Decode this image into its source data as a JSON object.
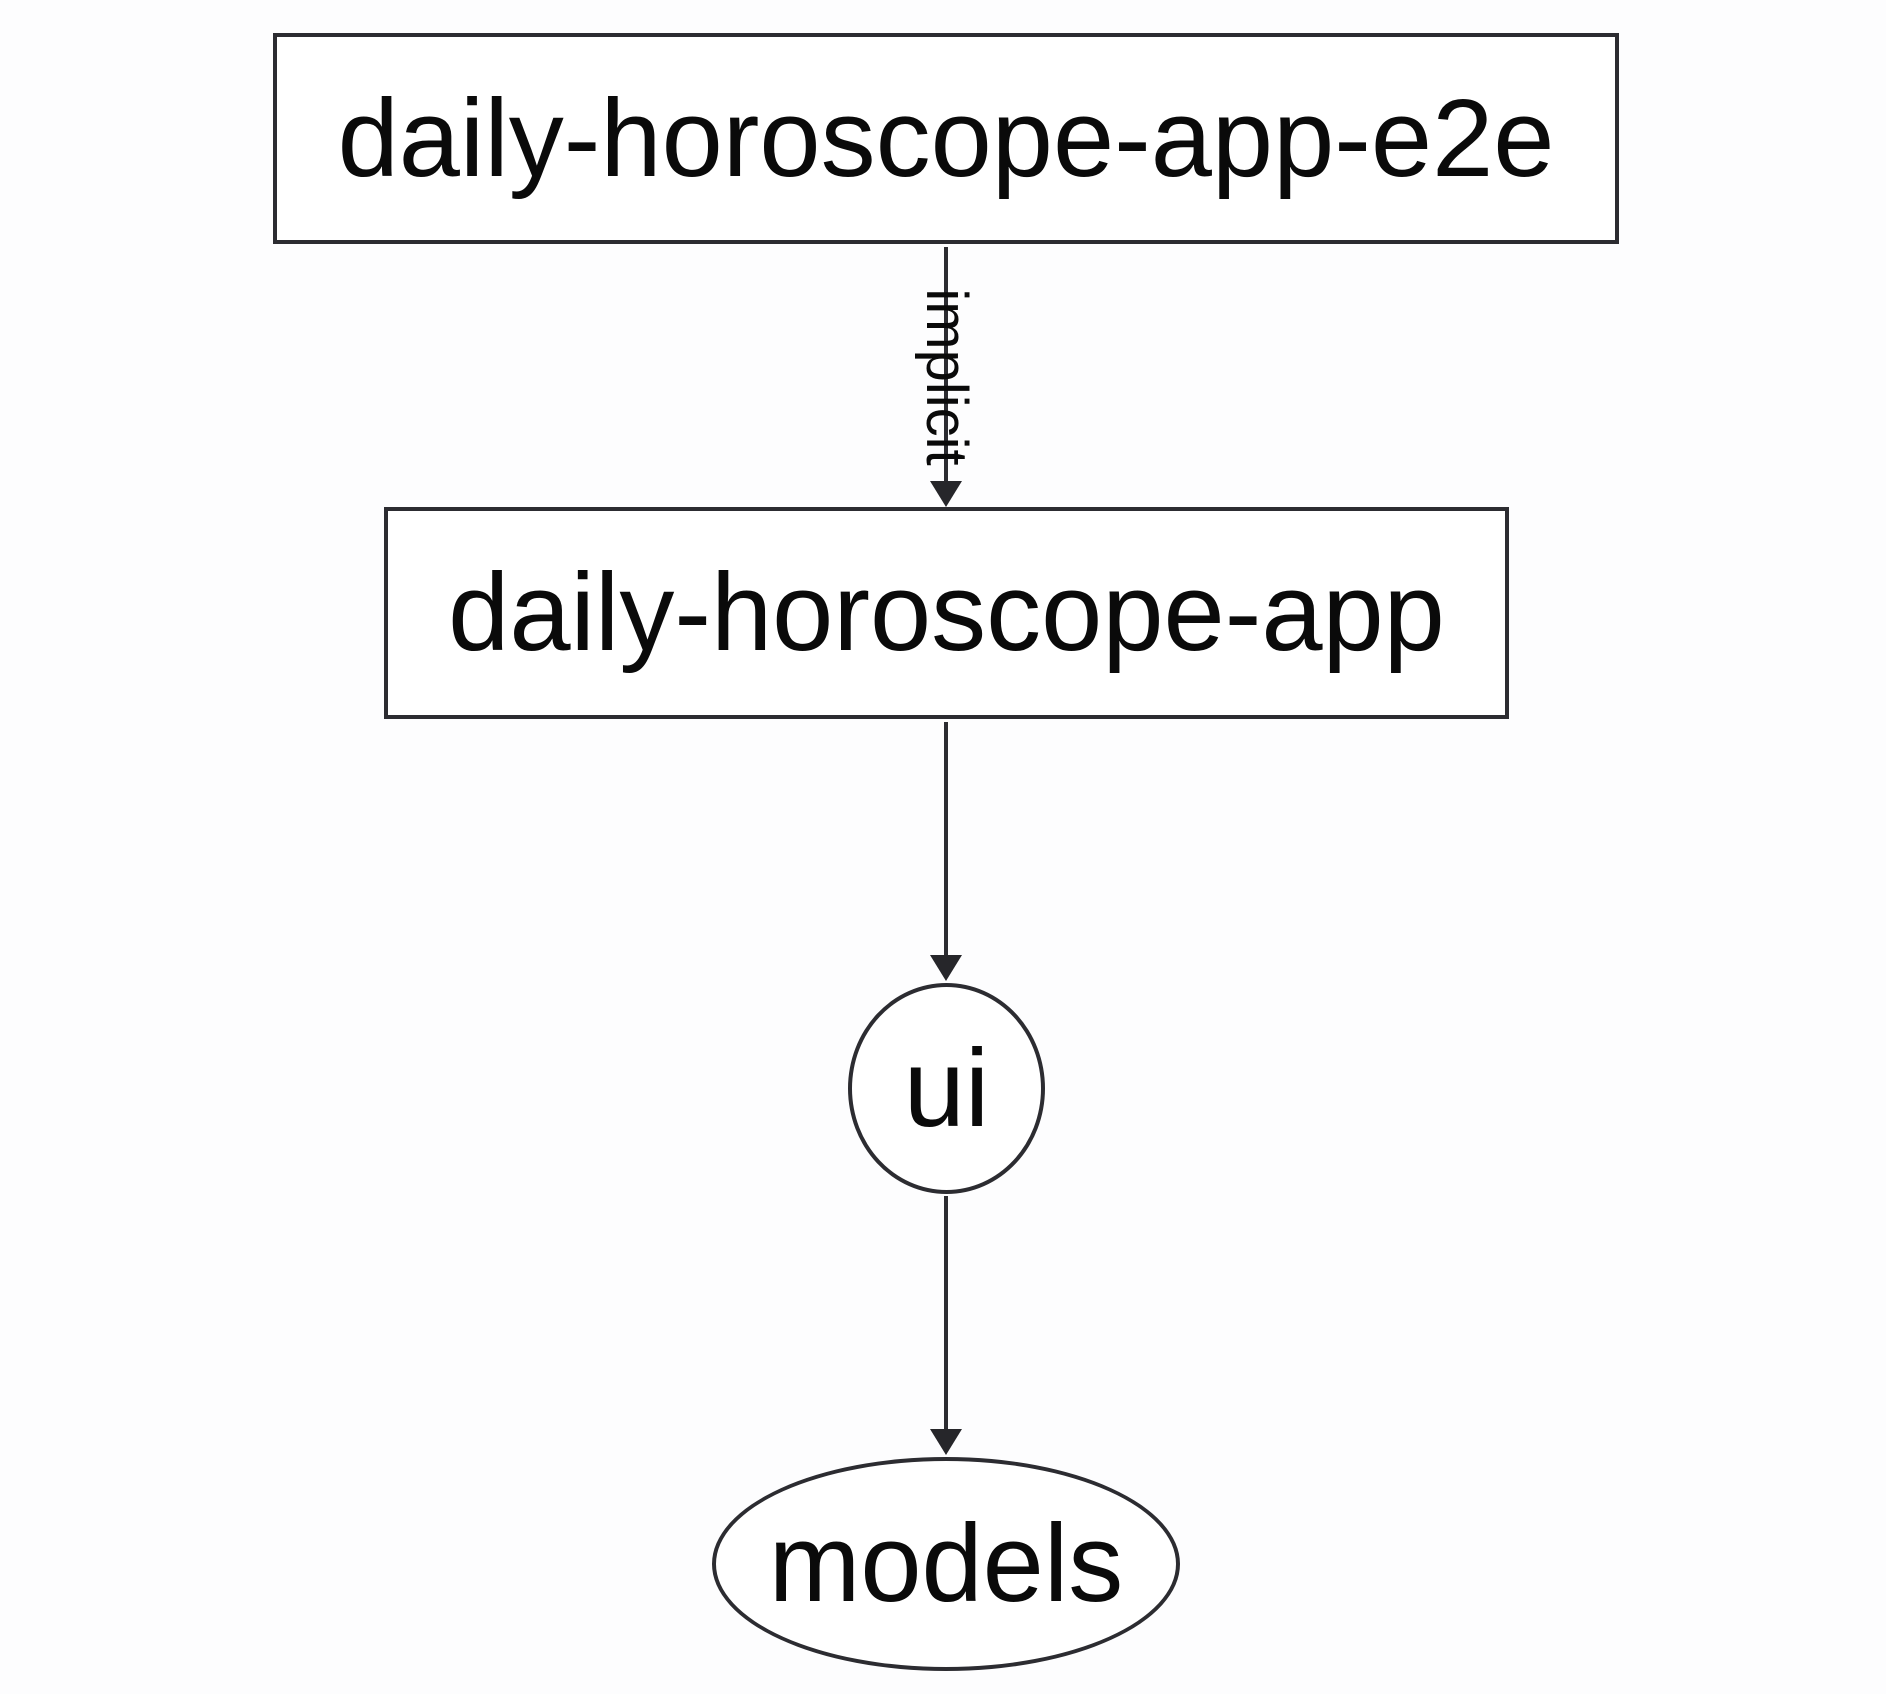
{
  "graph": {
    "type": "dependency-graph",
    "direction": "top-to-bottom",
    "nodes": [
      {
        "id": "daily-horoscope-app-e2e",
        "label": "daily-horoscope-app-e2e",
        "shape": "rectangle"
      },
      {
        "id": "daily-horoscope-app",
        "label": "daily-horoscope-app",
        "shape": "rectangle"
      },
      {
        "id": "ui",
        "label": "ui",
        "shape": "ellipse"
      },
      {
        "id": "models",
        "label": "models",
        "shape": "ellipse"
      }
    ],
    "edges": [
      {
        "from": "daily-horoscope-app-e2e",
        "to": "daily-horoscope-app",
        "label": "implicit",
        "label_rotation_deg": 90,
        "style": "solid",
        "arrow": "filled-triangle-down"
      },
      {
        "from": "daily-horoscope-app",
        "to": "ui",
        "label": "",
        "style": "solid",
        "arrow": "filled-triangle-down"
      },
      {
        "from": "ui",
        "to": "models",
        "label": "",
        "style": "solid",
        "arrow": "filled-triangle-down"
      }
    ],
    "colors": {
      "background": "#fdfdfe",
      "node_fill": "#ffffff",
      "stroke": "#2c2c31",
      "text": "#0a0a0a"
    }
  }
}
